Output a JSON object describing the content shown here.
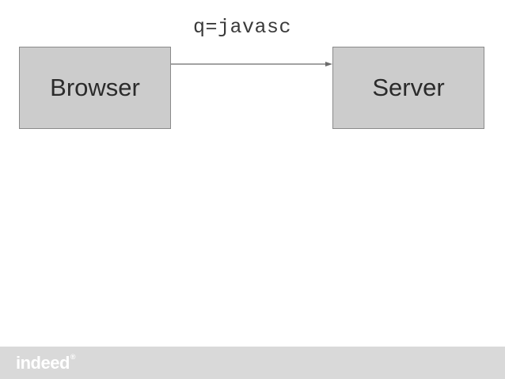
{
  "diagram": {
    "edge_label": "q=javasc",
    "nodes": {
      "browser": "Browser",
      "server": "Server"
    },
    "colors": {
      "node_fill": "#cccccc",
      "node_border": "#8a8a8a",
      "arrow": "#6b6b6b",
      "footer": "#d9d9d9"
    }
  },
  "footer": {
    "logo_text": "indeed",
    "logo_mark": "®"
  }
}
